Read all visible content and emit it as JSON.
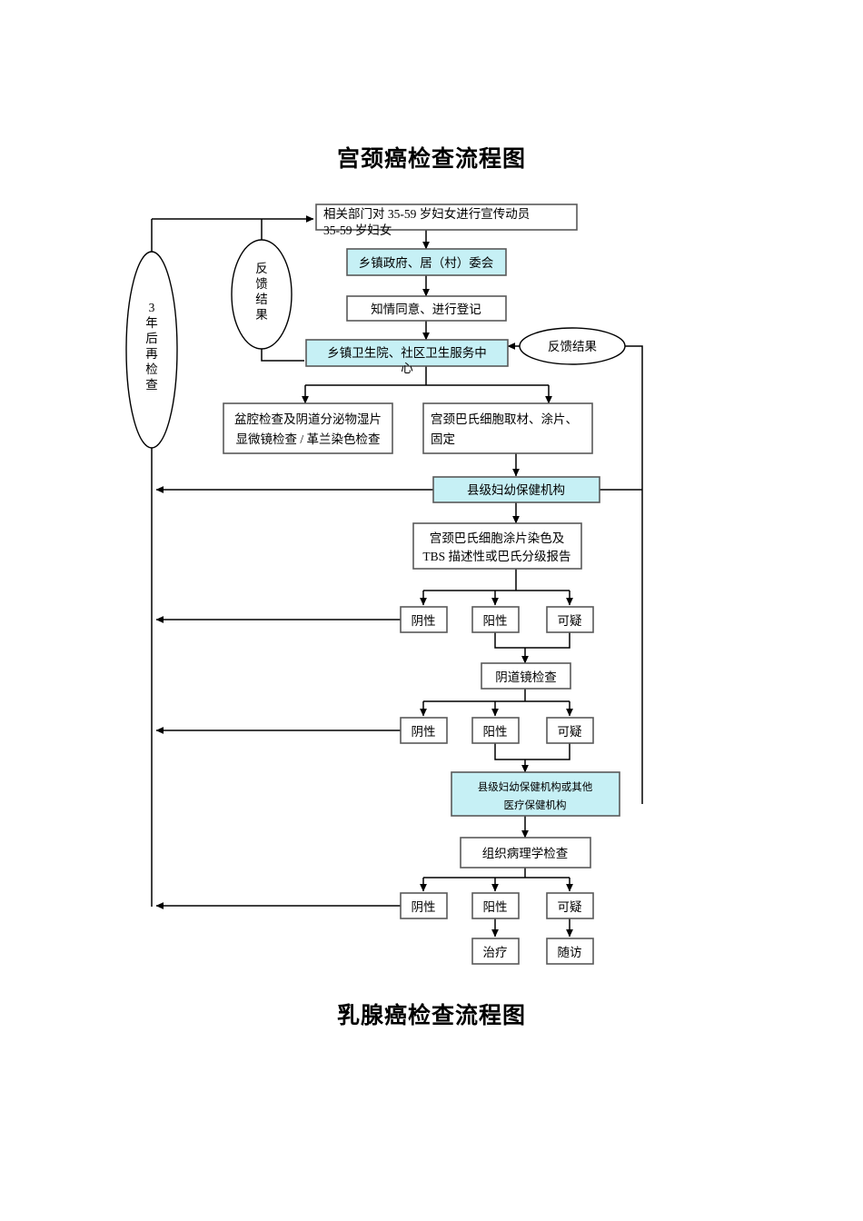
{
  "document": {
    "title_top": "宫颈癌检查流程图",
    "title_bottom": "乳腺癌检查流程图"
  },
  "colors": {
    "highlight_fill": "#c6f0f5",
    "box_stroke": "#595959",
    "line": "#000000",
    "page_background": "#ffffff"
  },
  "flowchart": {
    "name": "cervical-cancer-screening-flowchart",
    "nodes": {
      "mobilization": {
        "line1": "相关部门对 35-59 岁妇女进行宣传动员",
        "line2": "35-59 岁妇女",
        "highlight": false
      },
      "township_gov": {
        "text": "乡镇政府、居（村）委会",
        "highlight": true
      },
      "informed_consent": {
        "text": "知情同意、进行登记",
        "highlight": false
      },
      "township_clinic": {
        "line1": "乡镇卫生院、社区卫生服务中",
        "line2": "心",
        "highlight": true
      },
      "pelvic_exam": {
        "line1": "盆腔检查及阴道分泌物湿片",
        "line2": "显微镜检查 / 革兰染色检查",
        "highlight": false
      },
      "pap_collection": {
        "line1": "宫颈巴氏细胞取材、涂片、",
        "line2": "固定",
        "highlight": false
      },
      "county_mch": {
        "text": "县级妇幼保健机构",
        "highlight": true
      },
      "pap_report": {
        "line1": "宫颈巴氏细胞涂片染色及",
        "line2": "TBS 描述性或巴氏分级报告",
        "highlight": false
      },
      "result1_negative": {
        "text": "阴性"
      },
      "result1_positive": {
        "text": "阳性"
      },
      "result1_suspect": {
        "text": "可疑"
      },
      "colposcopy": {
        "text": "阴道镜检查",
        "highlight": false
      },
      "result2_negative": {
        "text": "阴性"
      },
      "result2_positive": {
        "text": "阳性"
      },
      "result2_suspect": {
        "text": "可疑"
      },
      "county_mch_or_other": {
        "line1": "县级妇幼保健机构或其他",
        "line2": "医疗保健机构",
        "highlight": true
      },
      "histopathology": {
        "text": "组织病理学检查",
        "highlight": false
      },
      "result3_negative": {
        "text": "阴性"
      },
      "result3_positive": {
        "text": "阳性"
      },
      "result3_suspect": {
        "text": "可疑"
      },
      "treatment": {
        "text": "治疗"
      },
      "followup": {
        "text": "随访"
      }
    },
    "ellipses": {
      "recheck_3years": {
        "orientation": "vertical",
        "chars": [
          "3",
          "年",
          "后",
          "再",
          "检",
          "查"
        ],
        "text": "3年后再检查"
      },
      "feedback_left": {
        "orientation": "vertical",
        "chars": [
          "反",
          "馈",
          "结",
          "果"
        ],
        "text": "反馈结果"
      },
      "feedback_right": {
        "orientation": "horizontal",
        "text": "反馈结果"
      }
    }
  }
}
